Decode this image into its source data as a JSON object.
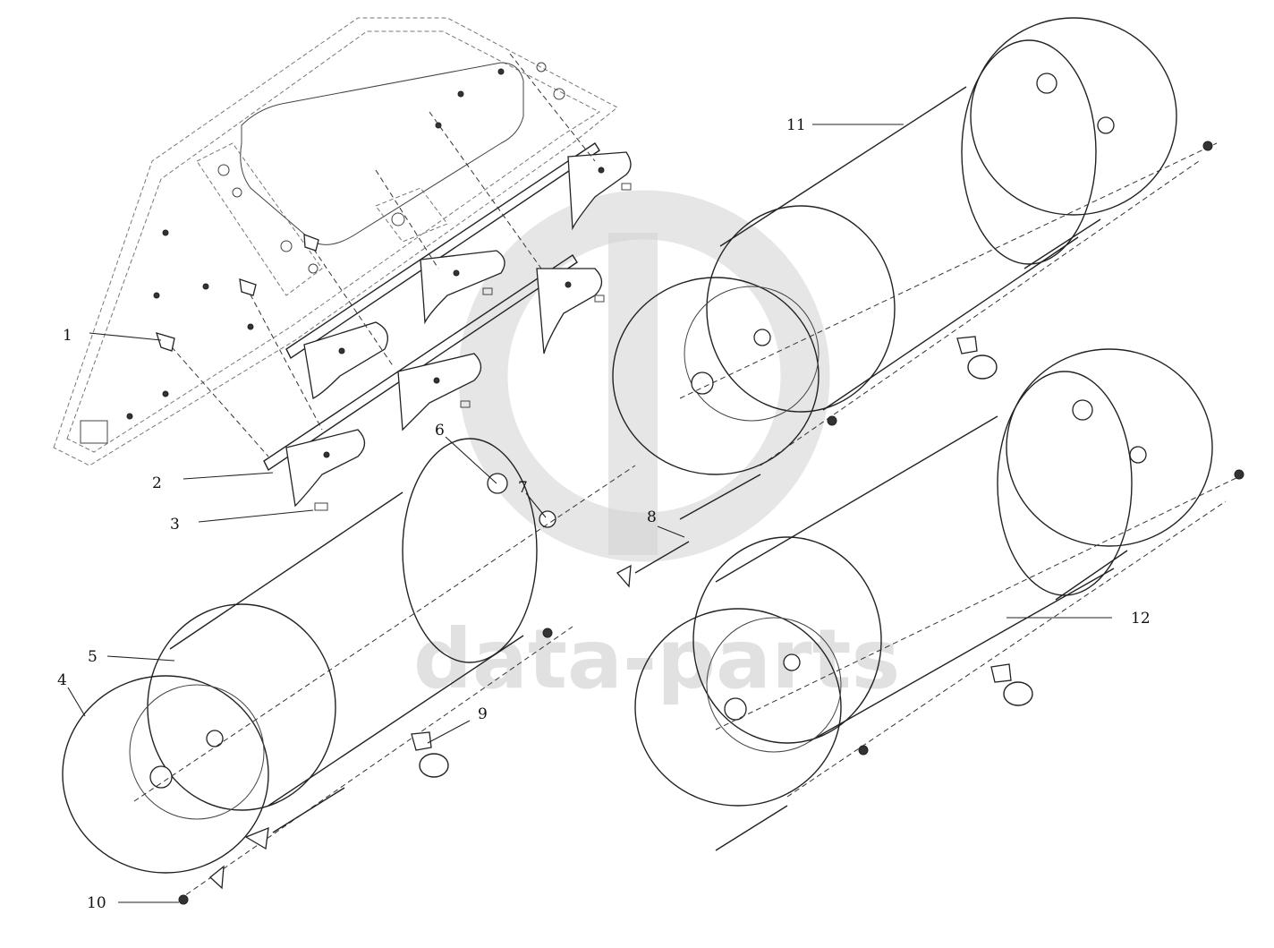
{
  "watermark": {
    "text": "data-parts",
    "color": "#c9c9c9"
  },
  "callouts": [
    {
      "id": "1",
      "label": "1"
    },
    {
      "id": "2",
      "label": "2"
    },
    {
      "id": "3",
      "label": "3"
    },
    {
      "id": "4",
      "label": "4"
    },
    {
      "id": "5",
      "label": "5"
    },
    {
      "id": "6",
      "label": "6"
    },
    {
      "id": "7",
      "label": "7"
    },
    {
      "id": "8",
      "label": "8"
    },
    {
      "id": "9",
      "label": "9"
    },
    {
      "id": "10",
      "label": "10"
    },
    {
      "id": "11",
      "label": "11"
    },
    {
      "id": "12",
      "label": "12"
    }
  ],
  "components": {
    "frame": "chassis-frame-crossmember",
    "brackets": "tank-mounting-brackets",
    "tanks": [
      "air-tank-5",
      "air-tank-11",
      "air-tank-12"
    ]
  }
}
